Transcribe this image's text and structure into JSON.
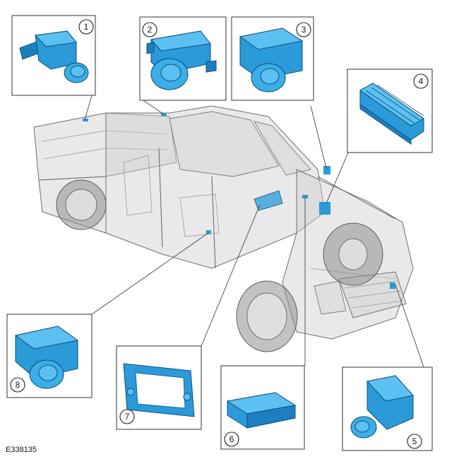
{
  "figure": {
    "reference_code": "E338135"
  },
  "callouts": [
    {
      "number": "1"
    },
    {
      "number": "2"
    },
    {
      "number": "3"
    },
    {
      "number": "4"
    },
    {
      "number": "5"
    },
    {
      "number": "6"
    },
    {
      "number": "7"
    },
    {
      "number": "8"
    }
  ],
  "colors": {
    "component_blue": "#2a9ad9",
    "component_blue_dark": "#1d7fc0",
    "component_blue_light": "#5cc0f0",
    "vehicle_gray": "#8f8f8f",
    "frame_black": "#333333"
  }
}
